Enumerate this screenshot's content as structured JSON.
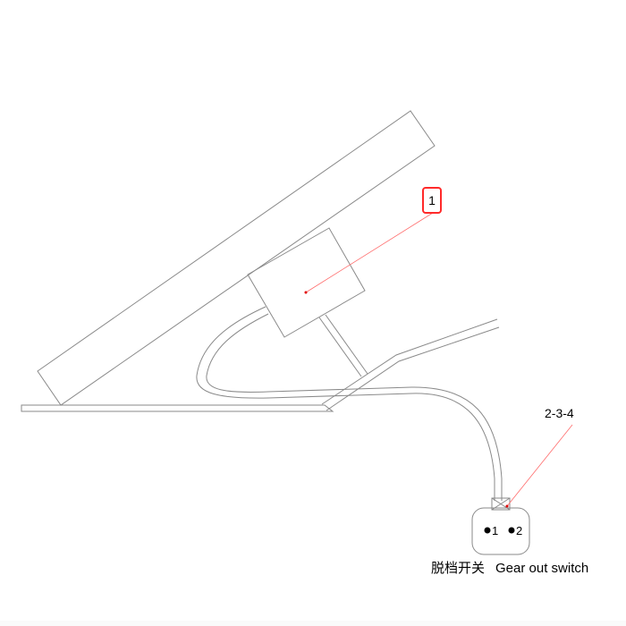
{
  "diagram": {
    "callout_main": {
      "label": "1",
      "border_color": "#ff2a2a"
    },
    "callout_connector": {
      "label": "2-3-4"
    },
    "connector": {
      "pins": [
        {
          "label": "1"
        },
        {
          "label": "2"
        }
      ]
    },
    "caption": {
      "chinese": "脱档开关",
      "english": "Gear out switch"
    },
    "colors": {
      "outline": "#8a8a8a",
      "leader_line": "#ff6b6b",
      "leader_dot": "#e00000",
      "background": "#ffffff"
    }
  }
}
